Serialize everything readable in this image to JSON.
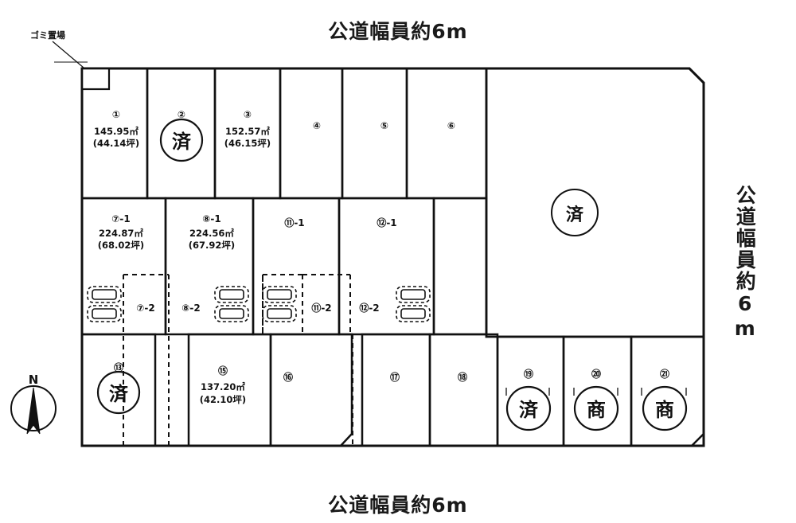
{
  "title": "区画図",
  "roads": {
    "top": "公道幅員約6m",
    "bottom": "公道幅員約6m",
    "right": "公道幅員約6m"
  },
  "annotations": {
    "garbage_point": "ゴミ置場",
    "compass_north": "N"
  },
  "stamps": {
    "sold": "済",
    "commercial": "商"
  },
  "plots": [
    {
      "id": "p1",
      "number": "①",
      "area_sqm": "145.95㎡",
      "area_tsubo": "(44.14坪)",
      "stamp": "",
      "row": "top"
    },
    {
      "id": "p2",
      "number": "②",
      "area_sqm": "",
      "area_tsubo": "",
      "stamp": "済",
      "row": "top"
    },
    {
      "id": "p3",
      "number": "③",
      "area_sqm": "152.57㎡",
      "area_tsubo": "(46.15坪)",
      "stamp": "",
      "row": "top"
    },
    {
      "id": "p4",
      "number": "④",
      "area_sqm": "",
      "area_tsubo": "",
      "stamp": "",
      "row": "top"
    },
    {
      "id": "p5",
      "number": "⑤",
      "area_sqm": "",
      "area_tsubo": "",
      "stamp": "",
      "row": "top"
    },
    {
      "id": "p6",
      "number": "⑥",
      "area_sqm": "",
      "area_tsubo": "",
      "stamp": "",
      "row": "top"
    },
    {
      "id": "p7",
      "number": "⑦-1",
      "area_sqm": "224.87㎡",
      "area_tsubo": "(68.02坪)",
      "stamp": "",
      "row": "middle"
    },
    {
      "id": "p8",
      "number": "⑧-1",
      "area_sqm": "224.56㎡",
      "area_tsubo": "(67.92坪)",
      "stamp": "",
      "row": "middle"
    },
    {
      "id": "p9",
      "number": "⑪-1",
      "area_sqm": "",
      "area_tsubo": "",
      "stamp": "",
      "row": "middle"
    },
    {
      "id": "p10",
      "number": "⑫-1",
      "area_sqm": "",
      "area_tsubo": "",
      "stamp": "",
      "row": "middle"
    },
    {
      "id": "p11",
      "number": "⑦-2",
      "area_sqm": "",
      "area_tsubo": "",
      "stamp": "",
      "row": "parking"
    },
    {
      "id": "p12",
      "number": "⑧-2",
      "area_sqm": "",
      "area_tsubo": "",
      "stamp": "",
      "row": "parking"
    },
    {
      "id": "p13",
      "number": "⑪-2",
      "area_sqm": "",
      "area_tsubo": "",
      "stamp": "",
      "row": "parking"
    },
    {
      "id": "p14",
      "number": "⑫-2",
      "area_sqm": "",
      "area_tsubo": "",
      "stamp": "",
      "row": "parking"
    },
    {
      "id": "p15",
      "number": "⑬",
      "area_sqm": "",
      "area_tsubo": "",
      "stamp": "済",
      "row": "bottom"
    },
    {
      "id": "p16",
      "number": "⑮",
      "area_sqm": "137.20㎡",
      "area_tsubo": "(42.10坪)",
      "stamp": "",
      "row": "bottom"
    },
    {
      "id": "p17",
      "number": "⑯",
      "area_sqm": "",
      "area_tsubo": "",
      "stamp": "",
      "row": "bottom"
    },
    {
      "id": "p18",
      "number": "⑰",
      "area_sqm": "",
      "area_tsubo": "",
      "stamp": "",
      "row": "bottom"
    },
    {
      "id": "p19",
      "number": "⑱",
      "area_sqm": "",
      "area_tsubo": "",
      "stamp": "",
      "row": "bottom"
    },
    {
      "id": "p20",
      "number": "⑲",
      "area_sqm": "",
      "area_tsubo": "",
      "stamp": "済",
      "row": "bottom"
    },
    {
      "id": "p21",
      "number": "⑳",
      "area_sqm": "",
      "area_tsubo": "",
      "stamp": "商",
      "row": "bottom"
    },
    {
      "id": "p22",
      "number": "㉑",
      "area_sqm": "",
      "area_tsubo": "",
      "stamp": "商",
      "row": "bottom"
    },
    {
      "id": "p23",
      "number": "",
      "area_sqm": "",
      "area_tsubo": "",
      "stamp": "済",
      "row": "right-block"
    }
  ],
  "colors": {
    "line": "#111111",
    "background": "#ffffff",
    "text": "#111111"
  }
}
